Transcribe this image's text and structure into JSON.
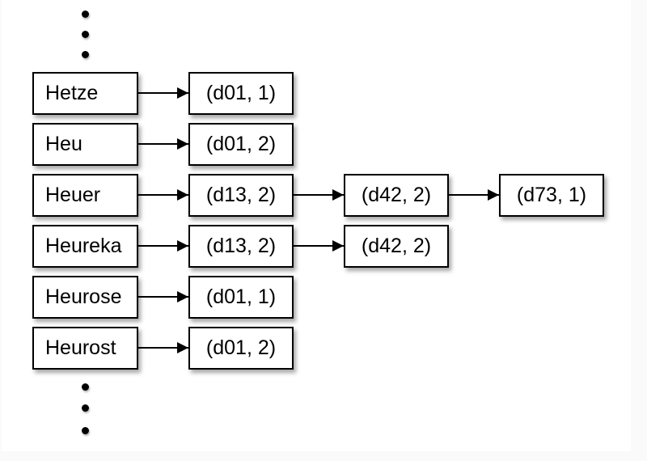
{
  "canvas": {
    "page_background": "#fafafa",
    "canvas_background": "#ffffff",
    "box_border_color": "#000000",
    "text_color": "#000000",
    "arrow_color": "#000000"
  },
  "rows": [
    {
      "term": "Hetze",
      "postings": [
        "(d01, 1)"
      ]
    },
    {
      "term": "Heu",
      "postings": [
        "(d01, 2)"
      ]
    },
    {
      "term": "Heuer",
      "postings": [
        "(d13, 2)",
        "(d42, 2)",
        "(d73, 1)"
      ]
    },
    {
      "term": "Heureka",
      "postings": [
        "(d13, 2)",
        "(d42, 2)"
      ]
    },
    {
      "term": "Heurose",
      "postings": [
        "(d01, 1)"
      ]
    },
    {
      "term": "Heurost",
      "postings": [
        "(d01, 2)"
      ]
    }
  ],
  "ellipsis": {
    "top_dot_count": 3,
    "bottom_dot_count": 3
  }
}
